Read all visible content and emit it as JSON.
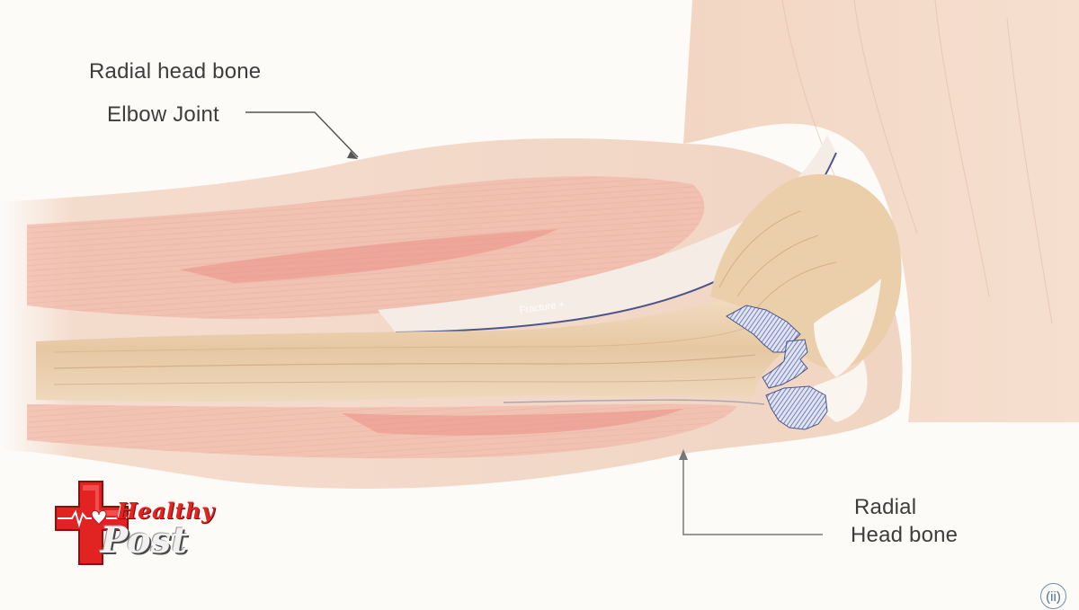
{
  "labels": {
    "top_label_1": "Radial head bone",
    "top_label_2": "Elbow Joint",
    "bottom_label_line1": "Radial",
    "bottom_label_line2": "Head bone",
    "fracture_label": "Fracture +"
  },
  "logo": {
    "word1": "Healthy",
    "word2": "Post",
    "icon": "red-cross-heartbeat-icon"
  },
  "info_button": {
    "label": "(ii)"
  },
  "colors": {
    "skin": "#f3d5c4",
    "muscle": "#ee9c92",
    "bone": "#ead0ad",
    "fracture": "#5a67aa",
    "logo_red": "#e32222",
    "label_text": "#3d3d3d"
  }
}
